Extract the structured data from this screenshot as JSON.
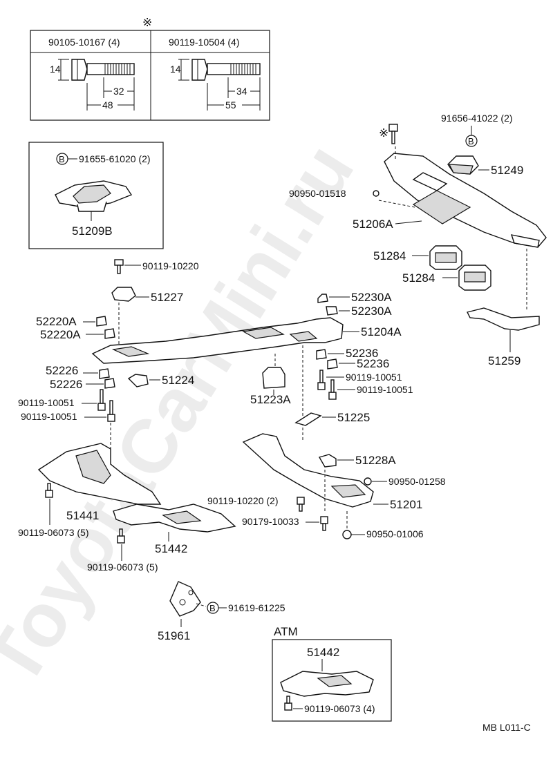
{
  "watermark": "ToyotaCarMini.ru",
  "figure_code": "MB  L011-C",
  "asterisk_symbol": "※",
  "circle_b": "B",
  "bolt_table": {
    "col1": {
      "part": "90105-10167 (4)",
      "head": "14",
      "thread": "32",
      "length": "48"
    },
    "col2": {
      "part": "90119-10504 (4)",
      "head": "14",
      "thread": "34",
      "length": "55"
    }
  },
  "inset_51209B": {
    "fastener": "91655-61020 (2)",
    "part": "51209B"
  },
  "atm_box": {
    "title": "ATM",
    "part": "51442",
    "fastener": "90119-06073 (4)"
  },
  "labels": {
    "p91656": "91656-41022 (2)",
    "p51249": "51249",
    "p90950_01518": "90950-01518",
    "p51206A": "51206A",
    "p51284_a": "51284",
    "p51284_b": "51284",
    "p51259": "51259",
    "p90119_10220": "90119-10220",
    "p51227": "51227",
    "p52230A_a": "52230A",
    "p52230A_b": "52230A",
    "p51204A": "51204A",
    "p52220A_a": "52220A",
    "p52220A_b": "52220A",
    "p52236_a": "52236",
    "p52236_b": "52236",
    "p52226_a": "52226",
    "p52226_b": "52226",
    "p51224": "51224",
    "p51223A": "51223A",
    "p90119_10051_a": "90119-10051",
    "p90119_10051_b": "90119-10051",
    "p90119_10051_c": "90119-10051",
    "p90119_10051_d": "90119-10051",
    "p51225": "51225",
    "p51228A": "51228A",
    "p90950_01258": "90950-01258",
    "p90119_10220_2": "90119-10220 (2)",
    "p51201": "51201",
    "p90179_10033": "90179-10033",
    "p90950_01006": "90950-01006",
    "p51441": "51441",
    "p90119_06073_a": "90119-06073 (5)",
    "p51442": "51442",
    "p90119_06073_b": "90119-06073 (5)",
    "p51961": "51961",
    "p91619": "91619-61225"
  }
}
